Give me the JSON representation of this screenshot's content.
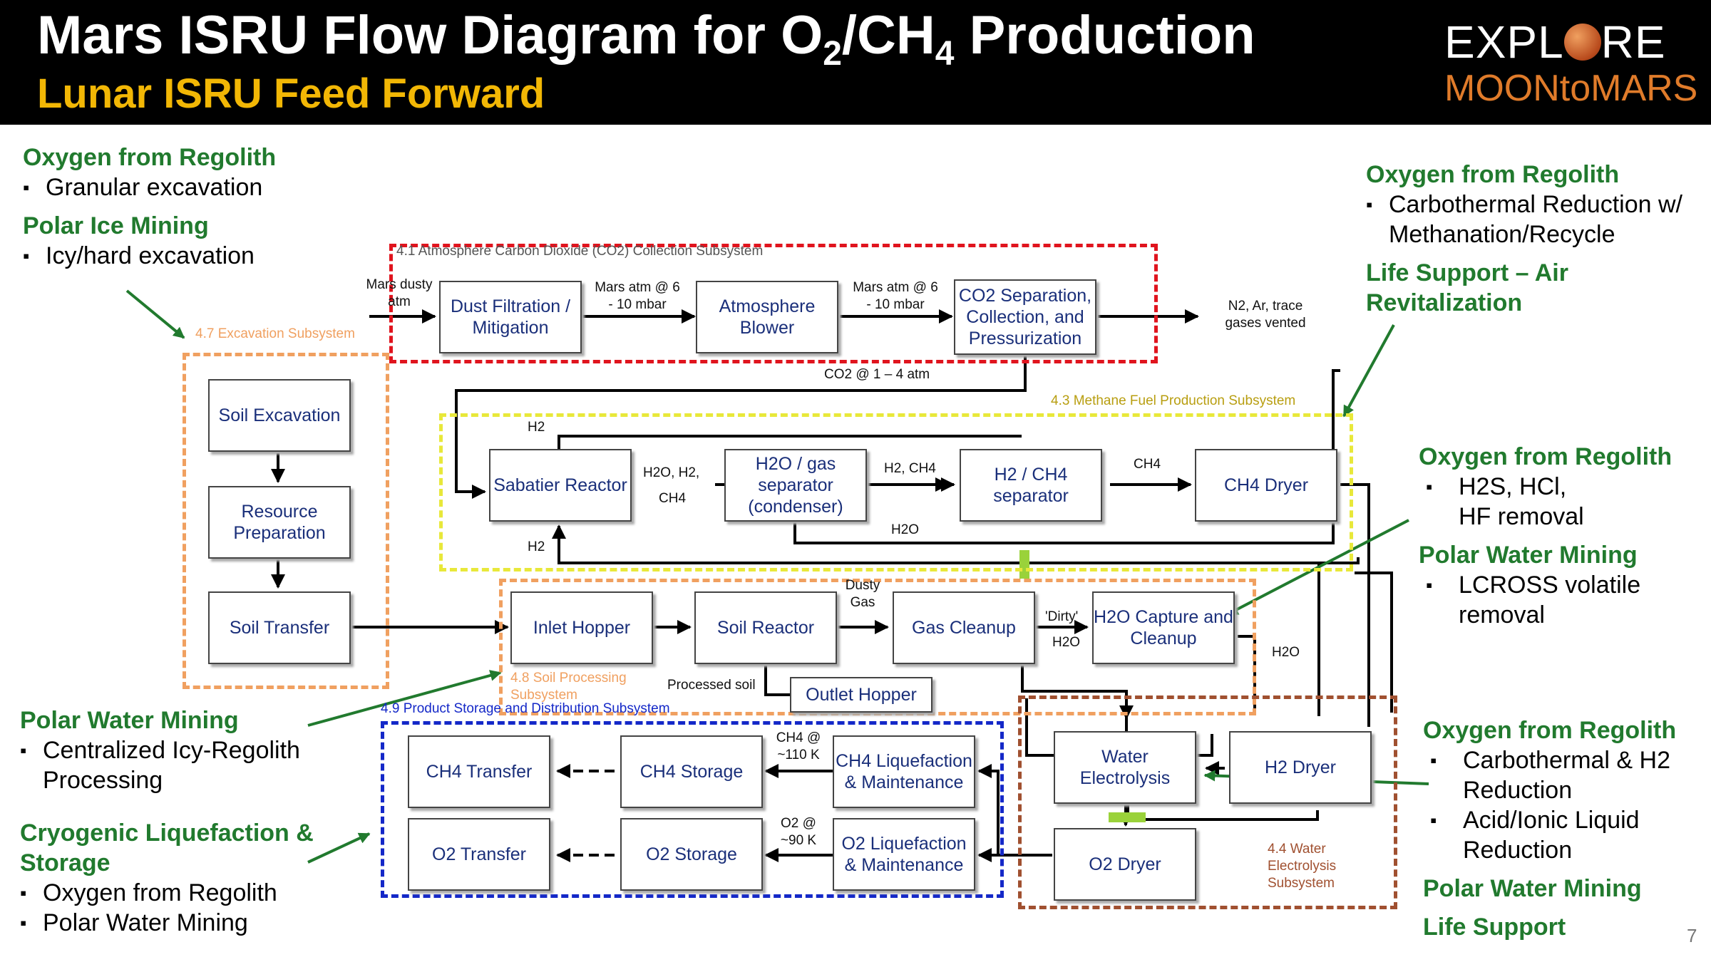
{
  "header": {
    "title_pre": "Mars ISRU Flow Diagram for O",
    "title_sub1": "2",
    "title_mid": "/CH",
    "title_sub2": "4",
    "title_post": " Production",
    "subtitle": "Lunar ISRU Feed Forward",
    "logo_line1_a": "EXPL",
    "logo_line1_b": "RE",
    "logo_line2": "MOONtoMARS"
  },
  "annotations": {
    "top_left": {
      "h1": "Oxygen from Regolith",
      "b1": "Granular excavation",
      "h2": "Polar Ice Mining",
      "b2": "Icy/hard excavation"
    },
    "top_right": {
      "h1": "Oxygen from Regolith",
      "b1": "Carbothermal Reduction w/ Methanation/Recycle",
      "h2": "Life Support – Air Revitalization"
    },
    "mid_right": {
      "h1": "Oxygen from Regolith",
      "b1": "H2S, HCl, HF removal",
      "h2": "Polar Water Mining",
      "b2": "LCROSS volatile removal"
    },
    "bottom_right": {
      "h1": "Oxygen from Regolith",
      "b1": "Carbothermal & H2 Reduction",
      "b2": "Acid/Ionic Liquid Reduction",
      "h2": "Polar Water Mining",
      "h3": "Life Support"
    },
    "bottom_left_1": {
      "h1": "Polar Water Mining",
      "b1": "Centralized Icy-Regolith Processing"
    },
    "bottom_left_2": {
      "h1": "Cryogenic Liquefaction & Storage",
      "b1": "Oxygen from Regolith",
      "b2": "Polar Water Mining"
    }
  },
  "subsystems": {
    "co2": "4.1 Atmosphere Carbon Dioxide (CO2) Collection Subsystem",
    "excavation": "4.7 Excavation Subsystem",
    "methane": "4.3 Methane Fuel Production Subsystem",
    "soil": "4.8 Soil Processing Subsystem",
    "storage": "4.9 Product Storage and Distribution Subsystem",
    "water": "4.4 Water Electrolysis Subsystem"
  },
  "boxes": {
    "dust": "Dust Filtration / Mitigation",
    "blower": "Atmosphere Blower",
    "co2sep": "CO2 Separation, Collection, and Pressurization",
    "soil_excavation": "Soil Excavation",
    "resource_prep": "Resource Preparation",
    "soil_transfer": "Soil Transfer",
    "sabatier": "Sabatier Reactor",
    "h2o_gas_sep": "H2O / gas separator (condenser)",
    "h2_ch4_sep": "H2 / CH4 separator",
    "ch4_dryer": "CH4 Dryer",
    "inlet_hopper": "Inlet Hopper",
    "soil_reactor": "Soil Reactor",
    "gas_cleanup": "Gas Cleanup",
    "h2o_capture": "H2O Capture and Cleanup",
    "outlet_hopper": "Outlet Hopper",
    "ch4_transfer": "CH4 Transfer",
    "ch4_storage": "CH4 Storage",
    "ch4_liq": "CH4 Liquefaction & Maintenance",
    "o2_transfer": "O2 Transfer",
    "o2_storage": "O2 Storage",
    "o2_liq": "O2 Liquefaction & Maintenance",
    "water_electrolysis": "Water Electrolysis",
    "h2_dryer": "H2 Dryer",
    "o2_dryer": "O2 Dryer"
  },
  "flow_labels": {
    "mars_dusty": "Mars dusty atm",
    "mars_atm1": "Mars atm @ 6 - 10 mbar",
    "mars_atm2": "Mars atm @ 6 - 10 mbar",
    "vented": "N2, Ar, trace gases vented",
    "co2_pressure": "CO2 @ 1 – 4 atm",
    "h2_top": "H2",
    "h2o_h2": "H2O, H2,",
    "ch4_a": "CH4",
    "h2_ch4": "H2, CH4",
    "ch4_b": "CH4",
    "h2o_a": "H2O",
    "h2_bottom": "H2",
    "dusty_gas": "Dusty Gas",
    "dirty": "'Dirty'",
    "h2o_b": "H2O",
    "h2o_c": "H2O",
    "processed_soil": "Processed soil",
    "ch4_temp": "CH4 @ ~110 K",
    "o2_temp": "O2 @ ~90 K"
  },
  "colors": {
    "co2_border": "#e0141e",
    "excavation_border": "#f0a060",
    "methane_border": "#e8e83a",
    "soil_border": "#f0a060",
    "storage_border": "#1428c8",
    "water_border": "#a05030",
    "annotation_heading": "#217a2e",
    "box_text": "#1a2f7a"
  },
  "page_number": "7"
}
